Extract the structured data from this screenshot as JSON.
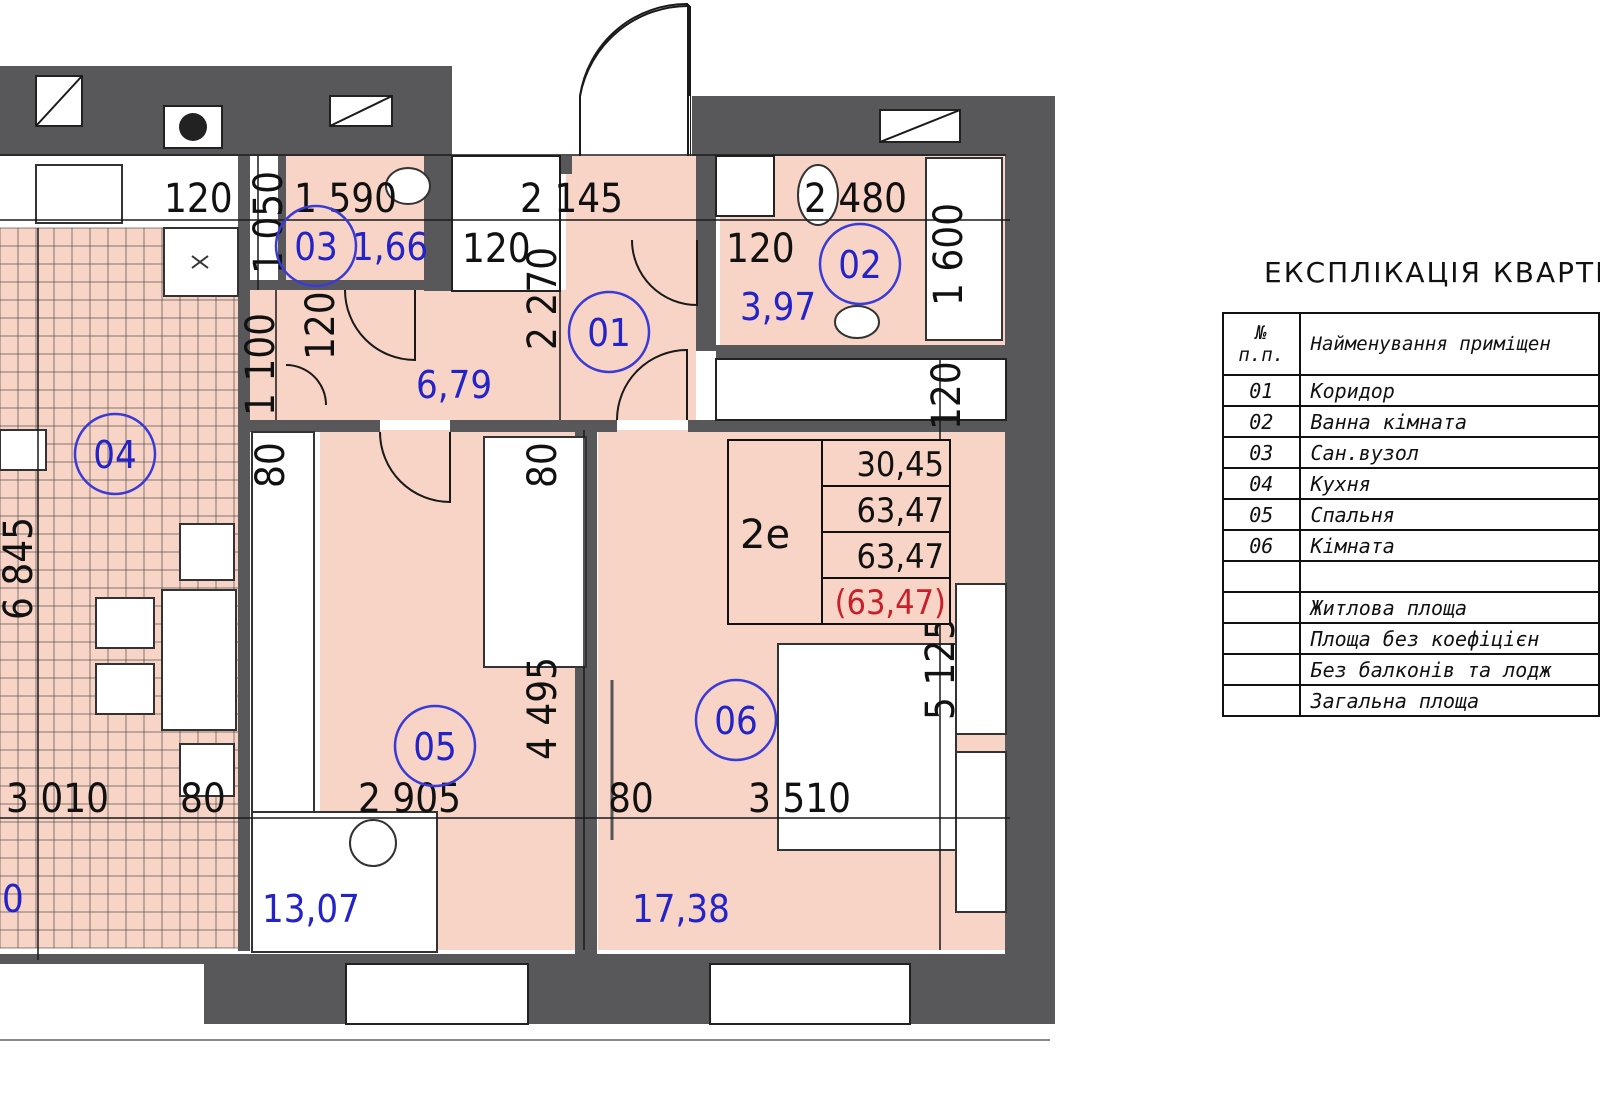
{
  "plan": {
    "dimensions": {
      "d120_a": "120",
      "d1590": "1 590",
      "d1050": "1 050",
      "d2145": "2 145",
      "d2480": "2 480",
      "d120_b": "120",
      "d2270": "2 270",
      "d120_c": "120",
      "d1600": "1 600",
      "d1100": "1 100",
      "d120_d": "120",
      "d120_e": "120",
      "d6845": "6 845",
      "d80_a": "80",
      "d80_b": "80",
      "d4495": "4 495",
      "d5125": "5 125",
      "d3010": "3 010",
      "d80_c": "80",
      "d2905": "2 905",
      "d80_d": "80",
      "d3510": "3 510"
    },
    "rooms": [
      {
        "num": "01",
        "area": "6,79"
      },
      {
        "num": "02",
        "area": "3,97"
      },
      {
        "num": "03",
        "area": "1,66"
      },
      {
        "num": "04",
        "area": "0"
      },
      {
        "num": "05",
        "area": "13,07"
      },
      {
        "num": "06",
        "area": "17,38"
      }
    ],
    "summary": {
      "apartment_type": "2е",
      "values": [
        "30,45",
        "63,47",
        "63,47",
        "(63,47)"
      ]
    },
    "colors": {
      "wall": "#58585a",
      "floor": "#f7d4c6",
      "room_label": "#2323c8",
      "highlight": "#c8202a"
    }
  },
  "explication": {
    "title": "ЕКСПЛІКАЦІЯ КВАРТИ",
    "header": {
      "num_line1": "№",
      "num_line2": "п.п.",
      "name": "Найменування приміщен"
    },
    "rows": [
      {
        "num": "01",
        "name": "Коридор"
      },
      {
        "num": "02",
        "name": "Ванна кімната"
      },
      {
        "num": "03",
        "name": "Сан.вузол"
      },
      {
        "num": "04",
        "name": "Кухня"
      },
      {
        "num": "05",
        "name": "Спальня"
      },
      {
        "num": "06",
        "name": "Кімната"
      },
      {
        "num": "",
        "name": ""
      },
      {
        "num": "",
        "name": "Житлова площа"
      },
      {
        "num": "",
        "name": "Площа без коефіцієн"
      },
      {
        "num": "",
        "name": "Без балконів та лодж"
      },
      {
        "num": "",
        "name": "Загальна площа"
      }
    ]
  }
}
